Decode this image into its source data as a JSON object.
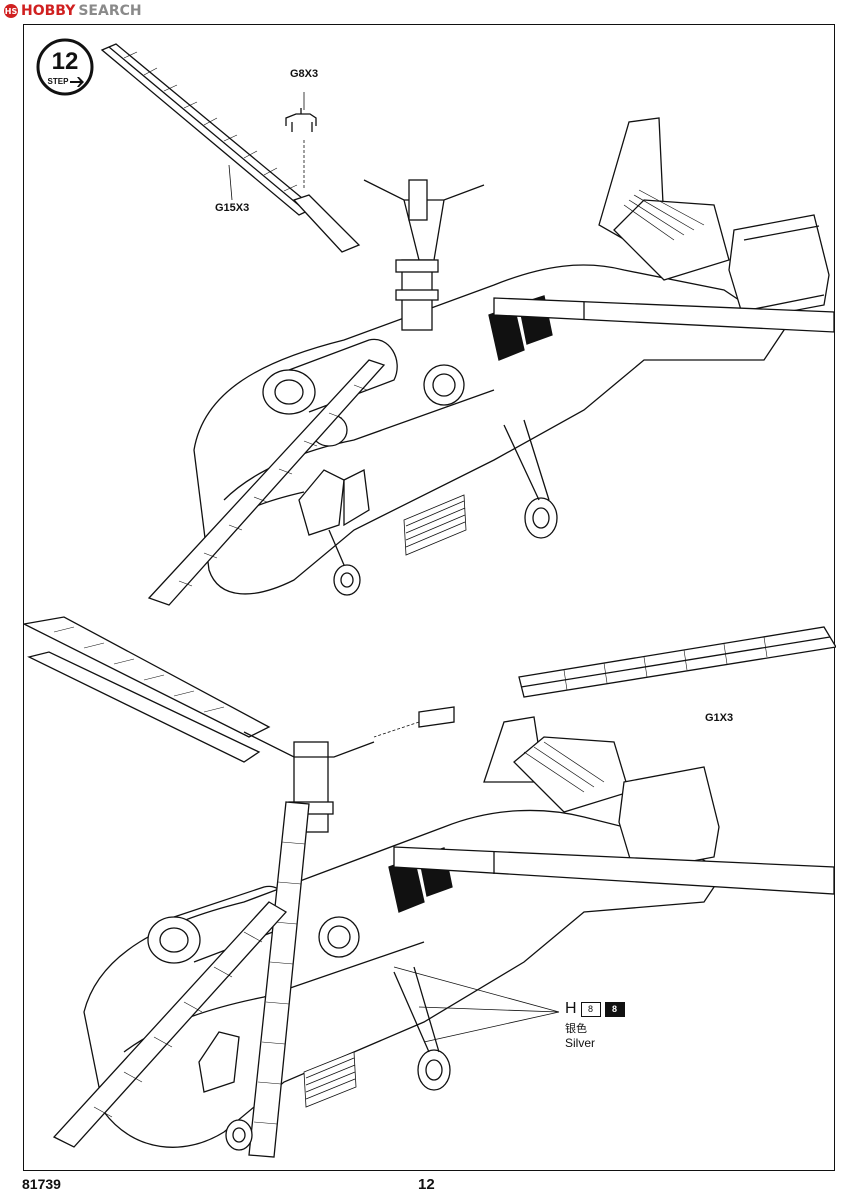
{
  "watermark": {
    "brand_left": "HOBBY",
    "brand_right": "SEARCH"
  },
  "step": {
    "number": "12",
    "label": "STEP"
  },
  "top_diagram": {
    "part_g8": "G8X3",
    "part_g15": "G15X3"
  },
  "bottom_diagram": {
    "part_g1": "G1X3"
  },
  "color_callout": {
    "letter": "H",
    "code_light": "8",
    "code_dark": "8",
    "name_cn": "银色",
    "name_en": "Silver"
  },
  "footer": {
    "kit_number": "81739",
    "page_number": "12"
  }
}
